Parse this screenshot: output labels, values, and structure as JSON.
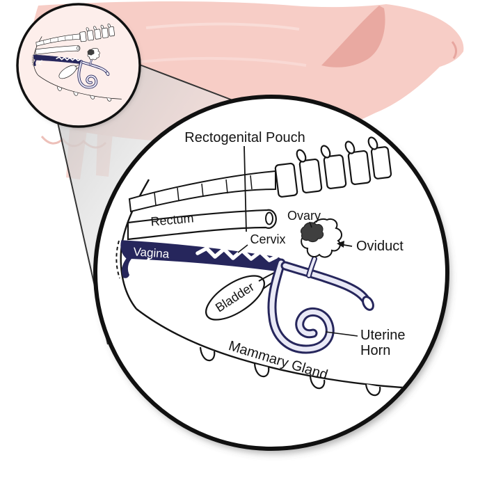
{
  "labels": {
    "rectogenital_pouch": "Rectogenital Pouch",
    "rectum": "Rectum",
    "vagina": "Vagina",
    "cervix": "Cervix",
    "ovary": "Ovary",
    "oviduct": "Oviduct",
    "bladder": "Bladder",
    "uterine_horn": {
      "line1": "Uterine",
      "line2": "Horn"
    },
    "mammary_gland": "Mammary Gland"
  },
  "colors": {
    "pig_body": "#f7cdc6",
    "pig_ear": "#e9a9a1",
    "tract_navy": "#26265c",
    "uterus_inner": "#e9e9f6",
    "ovary_dark": "#3f3f3f",
    "outline": "#141414",
    "mini_background": "#fdeeeb",
    "cone_gray": "#c8c8c8"
  }
}
